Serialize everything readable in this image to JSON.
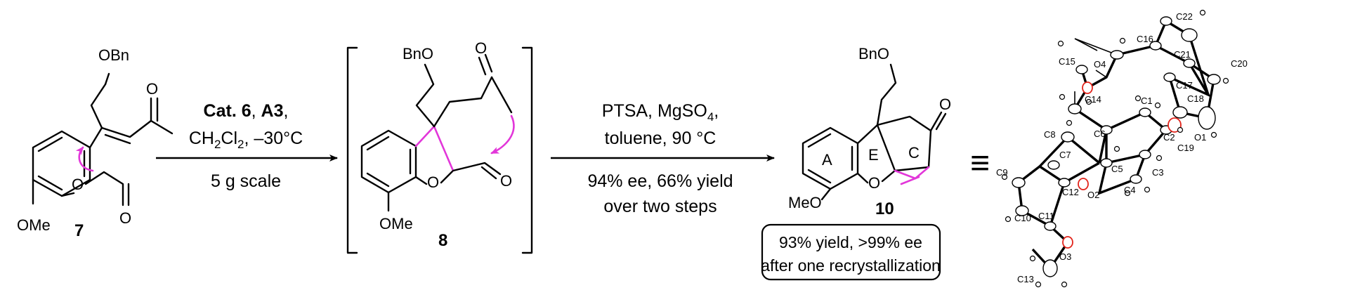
{
  "compound7": {
    "substituent_top": "OBn",
    "methoxy": "OMe",
    "label": "7",
    "ketone_o": "O",
    "aldehyde_o": "O",
    "ether_o": "O"
  },
  "step1": {
    "reagent_cat": "Cat. 6",
    "sep1": ", ",
    "reagent_a3": "A3",
    "sep2": ",",
    "solvent": "CH",
    "sub2a": "2",
    "cl": "Cl",
    "sub2b": "2",
    "temp": ", –30°C",
    "scale": "5 g scale"
  },
  "intermediate8": {
    "substituent_top": "BnO",
    "methoxy": "OMe",
    "label": "8",
    "ketone_o": "O",
    "aldehyde_o": "O",
    "ring_o": "O"
  },
  "step2": {
    "line1": "PTSA, MgSO",
    "sub4": "4",
    "line1_end": ",",
    "line2": "toluene, 90 °C",
    "line3": "94% ee, 66% yield",
    "line4": "over two steps"
  },
  "product10": {
    "substituent_top": "BnO",
    "methoxy": "MeO",
    "label": "10",
    "enone_o": "O",
    "ring_o": "O",
    "ring_a": "A",
    "ring_e": "E",
    "ring_c": "C",
    "box_line1": "93% yield, >99% ee",
    "box_line2": "after one recrystallization"
  },
  "equiv_symbol": "≡",
  "crystal_labels": [
    "C22",
    "C16",
    "C20",
    "C15",
    "O4",
    "C21",
    "C14",
    "C1",
    "C17",
    "C18",
    "C6",
    "C8",
    "C7",
    "C2",
    "O1",
    "C19",
    "C5",
    "C9",
    "C12",
    "O2",
    "C3",
    "C4",
    "C10",
    "C11",
    "O3",
    "C13"
  ]
}
